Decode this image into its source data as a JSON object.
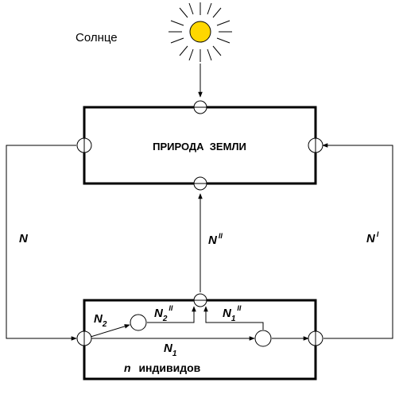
{
  "sun": {
    "label": "Солнце",
    "color": "#FFD700"
  },
  "earth_box": {
    "title": "ПРИРОДА  ЗЕМЛИ"
  },
  "population_box": {
    "n": "n",
    "title": "индивидов"
  },
  "flows": {
    "N": "N",
    "N_prime": {
      "base": "N",
      "sup": "I"
    },
    "N_double_prime": {
      "base": "N",
      "sup": "II"
    },
    "N1": {
      "base": "N",
      "sub": "1"
    },
    "N2": {
      "base": "N",
      "sub": "2"
    },
    "N1_double_prime": {
      "base": "N",
      "sub": "1",
      "sup": "II"
    },
    "N2_double_prime": {
      "base": "N",
      "sub": "2",
      "sup": "II"
    }
  }
}
